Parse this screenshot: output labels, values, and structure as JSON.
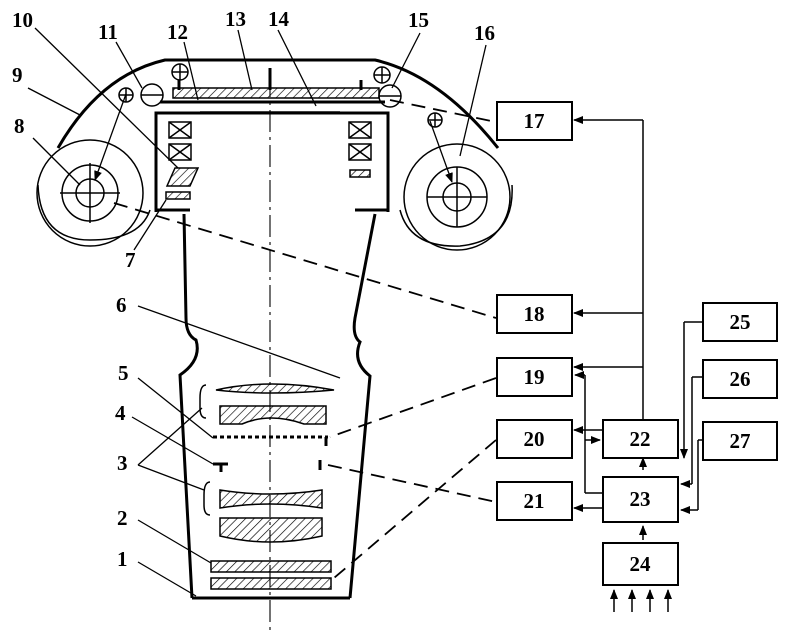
{
  "labels": {
    "l1": "1",
    "l2": "2",
    "l3": "3",
    "l4": "4",
    "l5": "5",
    "l6": "6",
    "l7": "7",
    "l8": "8",
    "l9": "9",
    "l10": "10",
    "l11": "11",
    "l12": "12",
    "l13": "13",
    "l14": "14",
    "l15": "15",
    "l16": "16"
  },
  "blocks": {
    "b17": "17",
    "b18": "18",
    "b19": "19",
    "b20": "20",
    "b21": "21",
    "b22": "22",
    "b23": "23",
    "b24": "24",
    "b25": "25",
    "b26": "26",
    "b27": "27"
  }
}
